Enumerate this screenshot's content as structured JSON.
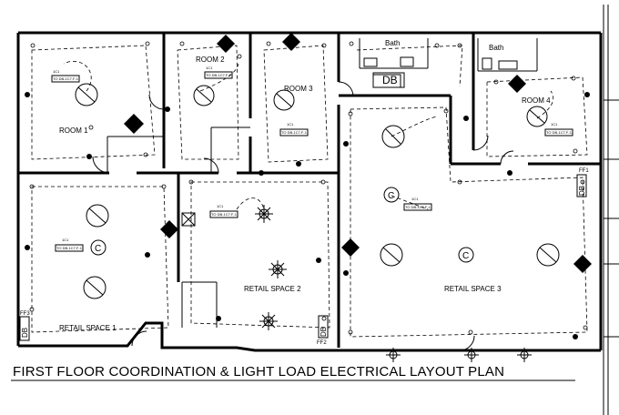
{
  "plan": {
    "title": "FIRST FLOOR COORDINATION & LIGHT LOAD ELECTRICAL LAYOUT PLAN",
    "rooms": {
      "room1": "ROOM 1",
      "room2": "ROOM 2",
      "room3": "ROOM 3",
      "room4": "ROOM 4",
      "bath1": "Bath",
      "bath2": "Bath",
      "retail1": "RETAIL SPACE 1",
      "retail2": "RETAIL SPACE 2",
      "retail3": "RETAIL SPACE 3"
    },
    "panels": {
      "db_top": "DB",
      "db_retail1": "DB",
      "db_retail2": "DB",
      "db_retail3": "DB",
      "ff1": "FF1",
      "ff2": "FF2",
      "ff3": "FF3"
    },
    "circuit_tags": {
      "circuit": "1C1",
      "ref": "TO DB-1C7.F-1"
    }
  }
}
